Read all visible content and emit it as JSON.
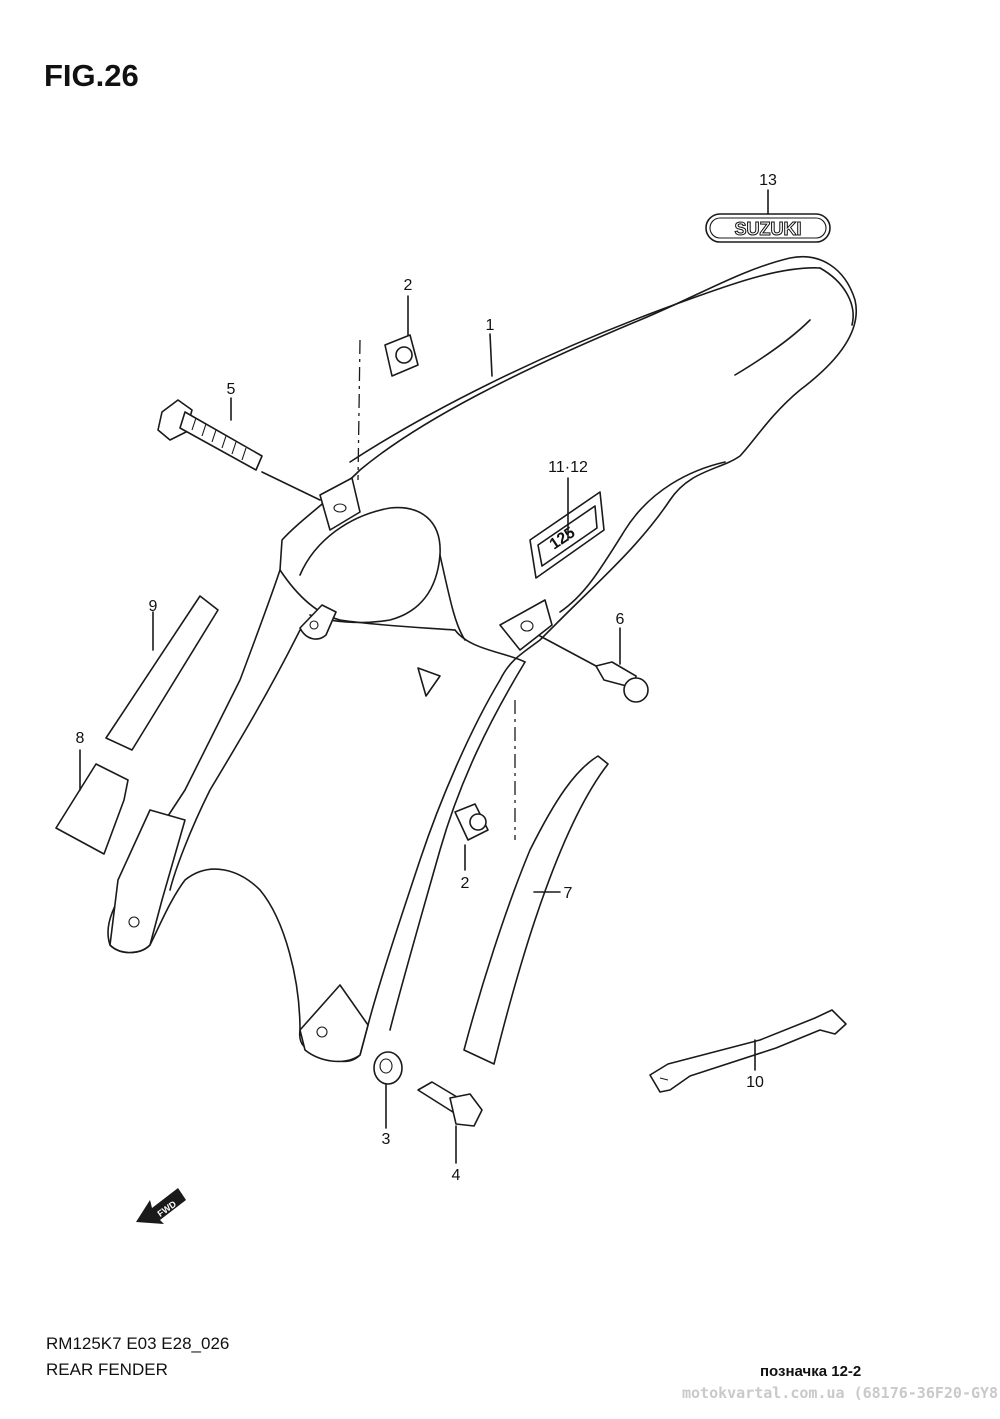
{
  "figure": {
    "title": "FIG.26",
    "model_code": "RM125K7 E03 E28_026",
    "section_name": "REAR FENDER",
    "reference": "позначка 12-2",
    "watermark": "motokvartal.com.ua (68176-36F20-GY8)"
  },
  "callouts": {
    "c1": "1",
    "c2a": "2",
    "c2b": "2",
    "c3": "3",
    "c4": "4",
    "c5": "5",
    "c6": "6",
    "c7": "7",
    "c8": "8",
    "c9": "9",
    "c10": "10",
    "c11_12": "11·12",
    "c13": "13"
  },
  "emblem": {
    "brand_text": "SUZUKI",
    "model_text": "125"
  },
  "fwd_arrow": {
    "label": "FWD"
  }
}
